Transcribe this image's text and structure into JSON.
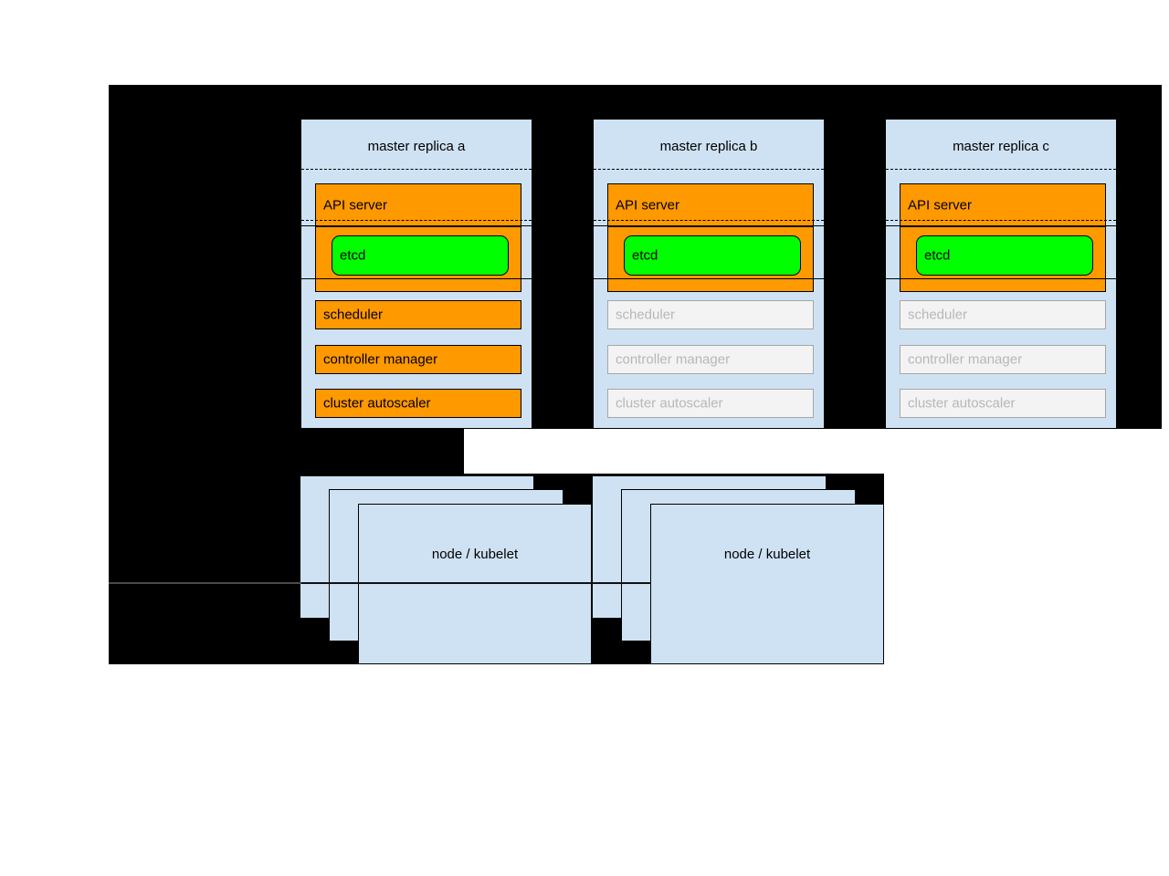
{
  "masters": [
    {
      "title": "master replica a",
      "state": "active",
      "components": {
        "api_server": "API server",
        "etcd": "etcd",
        "scheduler": "scheduler",
        "controller_manager": "controller manager",
        "cluster_autoscaler": "cluster autoscaler"
      }
    },
    {
      "title": "master replica b",
      "state": "standby",
      "components": {
        "api_server": "API server",
        "etcd": "etcd",
        "scheduler": "scheduler",
        "controller_manager": "controller manager",
        "cluster_autoscaler": "cluster autoscaler"
      }
    },
    {
      "title": "master replica c",
      "state": "standby",
      "components": {
        "api_server": "API server",
        "etcd": "etcd",
        "scheduler": "scheduler",
        "controller_manager": "controller manager",
        "cluster_autoscaler": "cluster autoscaler"
      }
    }
  ],
  "node_groups": [
    {
      "label": "node / kubelet"
    },
    {
      "label": "node / kubelet"
    }
  ],
  "colors": {
    "page_background": "#ffffff",
    "canvas_background": "#000000",
    "panel_blue": "#cfe2f3",
    "active_orange": "#ff9900",
    "etcd_green": "#00ff00",
    "inactive_fill": "#f3f3f3",
    "inactive_border": "#a6a6a6",
    "inactive_text": "#b7b7b7",
    "outline": "#000000"
  }
}
